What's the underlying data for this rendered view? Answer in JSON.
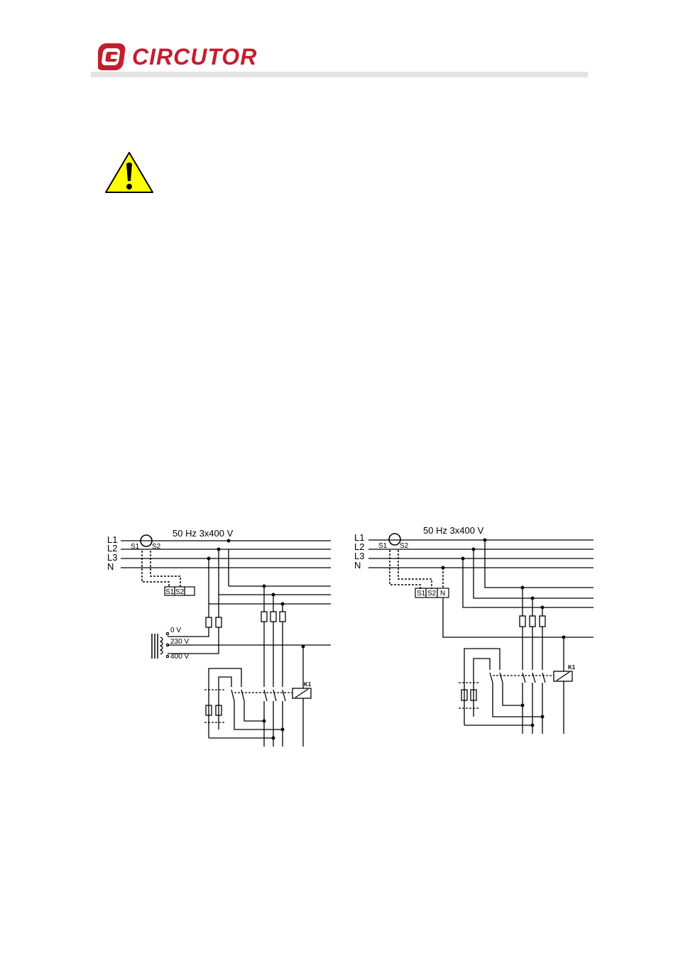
{
  "brand": {
    "name": "CIRCUTOR",
    "color": "#c41e2e"
  },
  "warning": {
    "icon": "warning-triangle-icon",
    "color": "#ffff00"
  },
  "diagram_left": {
    "title": "50 Hz 3x400 V",
    "lines": [
      "L1",
      "L2",
      "L3",
      "N"
    ],
    "ct_terminals": [
      "S1",
      "S2"
    ],
    "terminal_labels": [
      "S1",
      "S2"
    ],
    "transformer_taps": [
      "0 V",
      "230 V",
      "400 V"
    ],
    "contactor": "K1"
  },
  "diagram_right": {
    "title": "50 Hz 3x400 V",
    "lines": [
      "L1",
      "L2",
      "L3",
      "N"
    ],
    "ct_terminals": [
      "S1",
      "S2"
    ],
    "terminal_labels": [
      "S1",
      "S2",
      "N"
    ],
    "contactor": "K1"
  }
}
